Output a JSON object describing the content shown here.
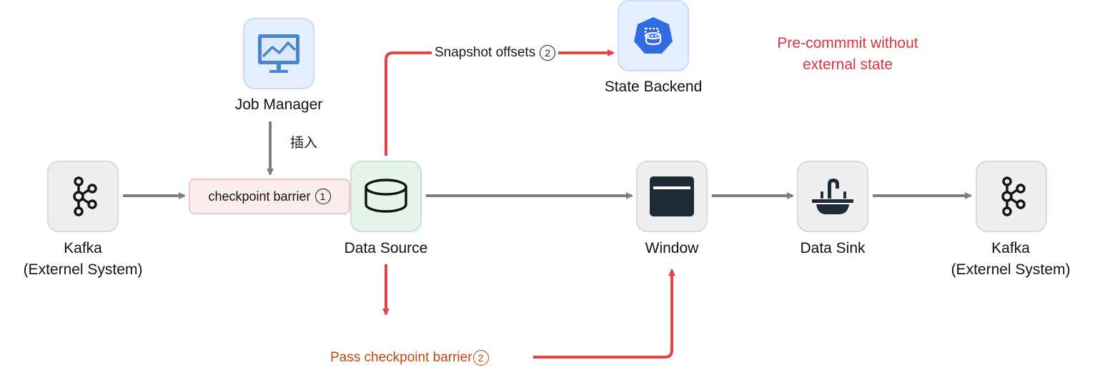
{
  "colors": {
    "gray_arrow": "#808080",
    "red_arrow": "#e24449",
    "note_red": "#d9343f",
    "pass_orange": "#c0470e"
  },
  "nodes": {
    "kafka_source": {
      "line1": "Kafka",
      "line2": "(Externel System)",
      "icon": "kafka-icon"
    },
    "job_manager": {
      "label": "Job Manager",
      "icon": "monitor-chart-icon"
    },
    "data_source": {
      "label": "Data Source",
      "icon": "database-icon"
    },
    "state_backend": {
      "label": "State Backend",
      "icon": "storage-hexagon-icon"
    },
    "window": {
      "label": "Window",
      "icon": "window-icon"
    },
    "data_sink": {
      "label": "Data Sink",
      "icon": "sink-icon"
    },
    "kafka_target": {
      "line1": "Kafka",
      "line2": "(Externel System)",
      "icon": "kafka-icon"
    }
  },
  "edges": {
    "insert_label": "插入",
    "barrier_label": "checkpoint barrier",
    "barrier_step": "1",
    "snapshot_label": "Snapshot offsets",
    "snapshot_step": "2",
    "pass_label": "Pass checkpoint barrier",
    "pass_step": "2"
  },
  "note": {
    "line1": "Pre-commmit without",
    "line2": "external state"
  }
}
